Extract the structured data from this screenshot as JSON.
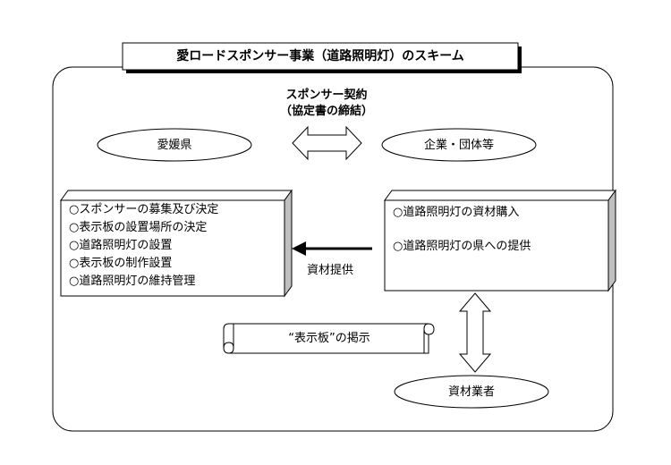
{
  "title": "愛ロードスポンサー事業（道路照明灯）のスキーム",
  "contract": {
    "line1": "スポンサー契約",
    "line2": "（協定書の締結）"
  },
  "parties": {
    "prefecture": "愛媛県",
    "company": "企業・団体等",
    "supplier": "資材業者"
  },
  "prefecture_tasks": [
    "○スポンサーの募集及び決定",
    "○表示板の設置場所の決定",
    "○道路照明灯の設置",
    "○表示板の制作設置",
    "○道路照明灯の維持管理"
  ],
  "company_tasks": [
    "○道路照明灯の資材購入",
    "○道路照明灯の県への提供"
  ],
  "arrow_label": "資材提供",
  "scroll_label": "“表示板”の掲示"
}
